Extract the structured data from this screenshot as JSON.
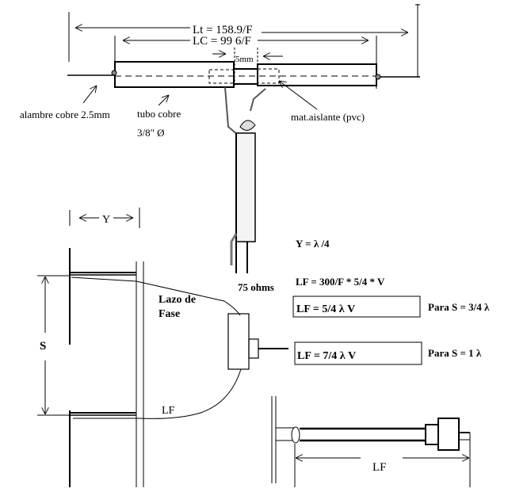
{
  "top": {
    "lt_label": "Lt = 158.9/F",
    "lc_label": "LC = 99 6/F",
    "gap_label": "5mm",
    "wire_label": "alambre cobre 2.5mm",
    "tube_label_1": "tubo cobre",
    "tube_label_2": "3/8\" Ø",
    "insulator_label": "mat.aislante (pvc)"
  },
  "bottom": {
    "y_dim": "Y",
    "s_dim": "S",
    "phase_loop_1": "Lazo de",
    "phase_loop_2": "Fase",
    "lf_curve": "LF",
    "impedance": "75 ohms",
    "formula_y": "Y = λ /4",
    "formula_lf": "LF = 300/F * 5/4 * V",
    "box1": "LF = 5/4 λ V",
    "box1_note": "Para S = 3/4  λ",
    "box2": "LF = 7/4 λ V",
    "box2_note": "Para S = 1 λ",
    "lf_dim": "LF"
  }
}
